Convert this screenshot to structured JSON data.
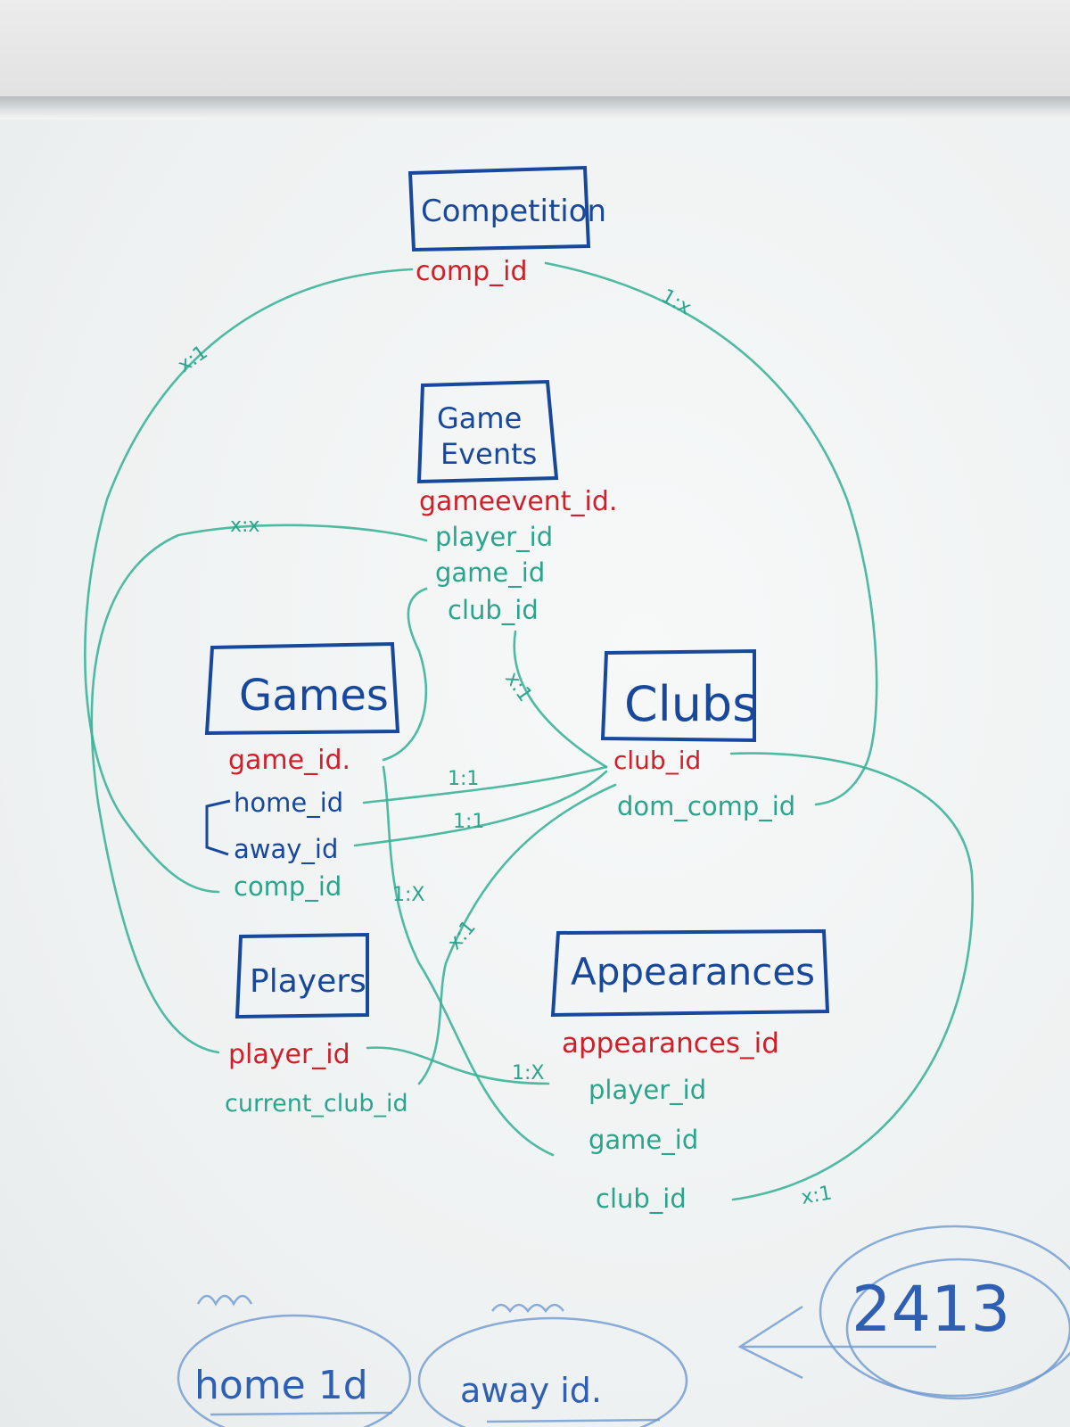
{
  "entities": {
    "competition": {
      "title": "Competition",
      "pk": "comp_id"
    },
    "game_events": {
      "title_line1": "Game",
      "title_line2": "Events",
      "pk": "gameevent_id.",
      "fields": [
        "player_id",
        "game_id",
        "club_id"
      ]
    },
    "games": {
      "title": "Games",
      "pk": "game_id.",
      "fields": [
        "home_id",
        "away_id",
        "comp_id"
      ]
    },
    "clubs": {
      "title": "Clubs",
      "pk": "club_id",
      "fields": [
        "dom_comp_id"
      ]
    },
    "players": {
      "title": "Players",
      "pk": "player_id",
      "fields": [
        "current_club_id"
      ]
    },
    "appearances": {
      "title": "Appearances",
      "pk": "appearances_id",
      "fields": [
        "player_id",
        "game_id",
        "club_id"
      ]
    }
  },
  "relations": {
    "comp_left": "x:1",
    "comp_right": "1:x",
    "events_player": "x:x",
    "events_club": "x:1",
    "home_club": "1:1",
    "away_club": "1:1",
    "games_appear": "1:X",
    "players_club": "x:1",
    "players_appear": "1:X",
    "appear_club": "x:1"
  },
  "notes": {
    "left_caption": "home 1d",
    "middle_caption": "away id.",
    "right_number": "2413"
  },
  "colors": {
    "blue": "#17489b",
    "red": "#d11f2a",
    "green": "#2aa58c"
  }
}
